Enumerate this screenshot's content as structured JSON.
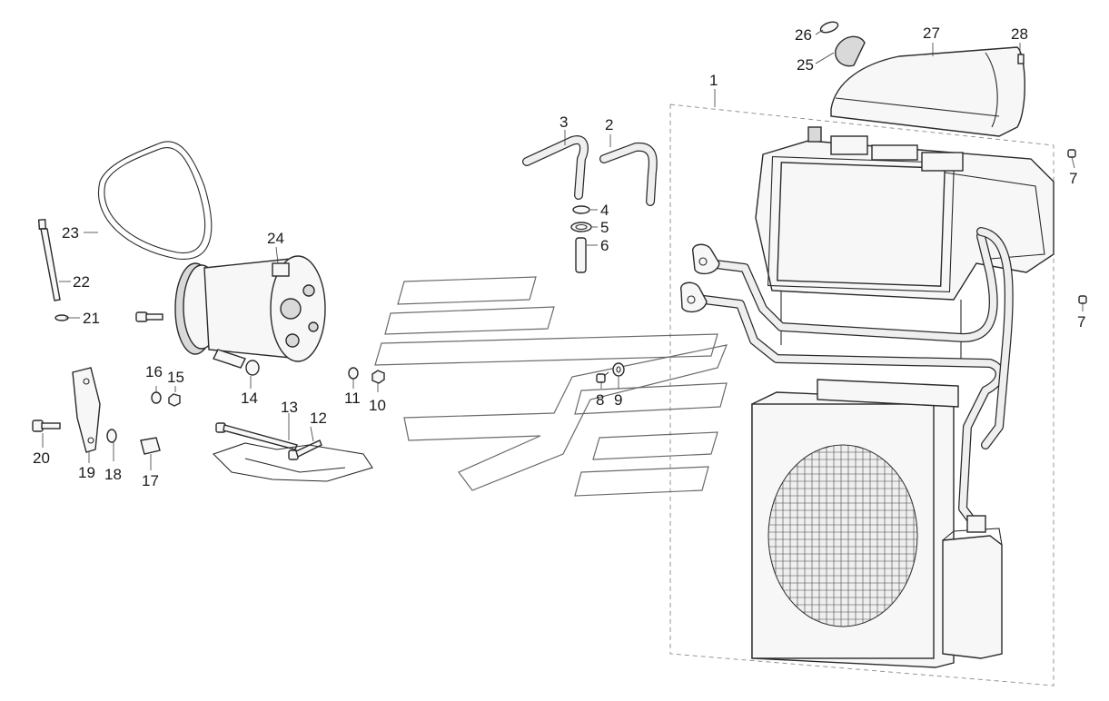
{
  "diagram": {
    "callouts": [
      "1",
      "2",
      "3",
      "4",
      "5",
      "6",
      "7",
      "7",
      "8",
      "9",
      "10",
      "11",
      "12",
      "13",
      "14",
      "15",
      "16",
      "17",
      "18",
      "19",
      "20",
      "21",
      "22",
      "23",
      "24",
      "25",
      "26",
      "27",
      "28"
    ]
  }
}
